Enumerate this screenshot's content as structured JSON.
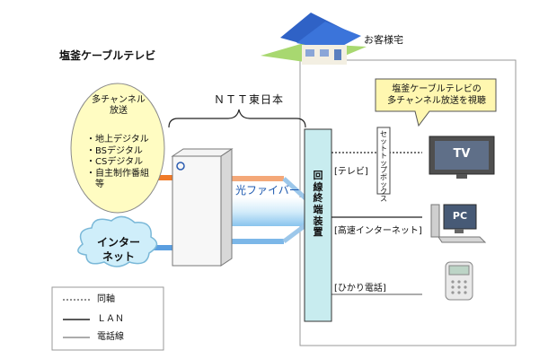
{
  "provider": "塩釜ケーブルテレビ",
  "channels": {
    "heading": "多チャンネル\n放送",
    "items": [
      "・地上デジタル",
      "・BSデジタル",
      "・CSデジタル",
      "・自主制作番組\n　等"
    ]
  },
  "ntt": "ＮＴＴ東日本",
  "internet": "インター\nネット",
  "fiber": "光ファイバー",
  "onu": "回線終端装置",
  "customer": "お客様宅",
  "callout": "塩釜ケーブルテレビの\n多チャンネル放送を視聴",
  "stb": "セットトップボックス",
  "conn": {
    "tv": "[テレビ]",
    "net": "[高速インターネット]",
    "phone": "[ひかり電話]"
  },
  "devices": {
    "tv": "TV",
    "pc": "PC"
  },
  "legend": [
    "同軸",
    "ＬＡＮ",
    "電話線"
  ],
  "colors": {
    "fiber_orange": "#f07a28",
    "fiber_blue": "#5a9ee0",
    "callout": "#fff7b0",
    "onu": "#c8ecef",
    "channels_bubble": "#fffcc2",
    "cloud": "#cfeefa"
  }
}
